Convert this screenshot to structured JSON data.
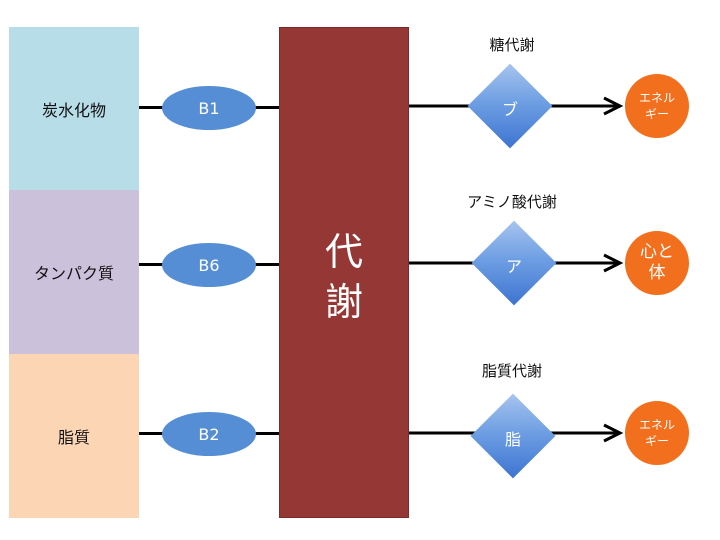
{
  "nutrients": [
    "炭水化物",
    "タンパク質",
    "脂質"
  ],
  "vitamins": [
    "B1",
    "B6",
    "B2"
  ],
  "metabolism": {
    "char1": "代",
    "char2": "謝"
  },
  "pathways": [
    {
      "label": "糖代謝",
      "diamond": "ブ",
      "result": "エネル\nギー"
    },
    {
      "label": "アミノ酸代謝",
      "diamond": "ア",
      "result": "心と\n体"
    },
    {
      "label": "脂質代謝",
      "diamond": "脂",
      "result": "エネル\nギー"
    }
  ],
  "colors": {
    "carb": "#b7dde8",
    "protein": "#ccc1da",
    "fat": "#fcd5b5",
    "vitamin": "#558ed5",
    "metabolism": "#953735",
    "result": "#f26f1d"
  }
}
